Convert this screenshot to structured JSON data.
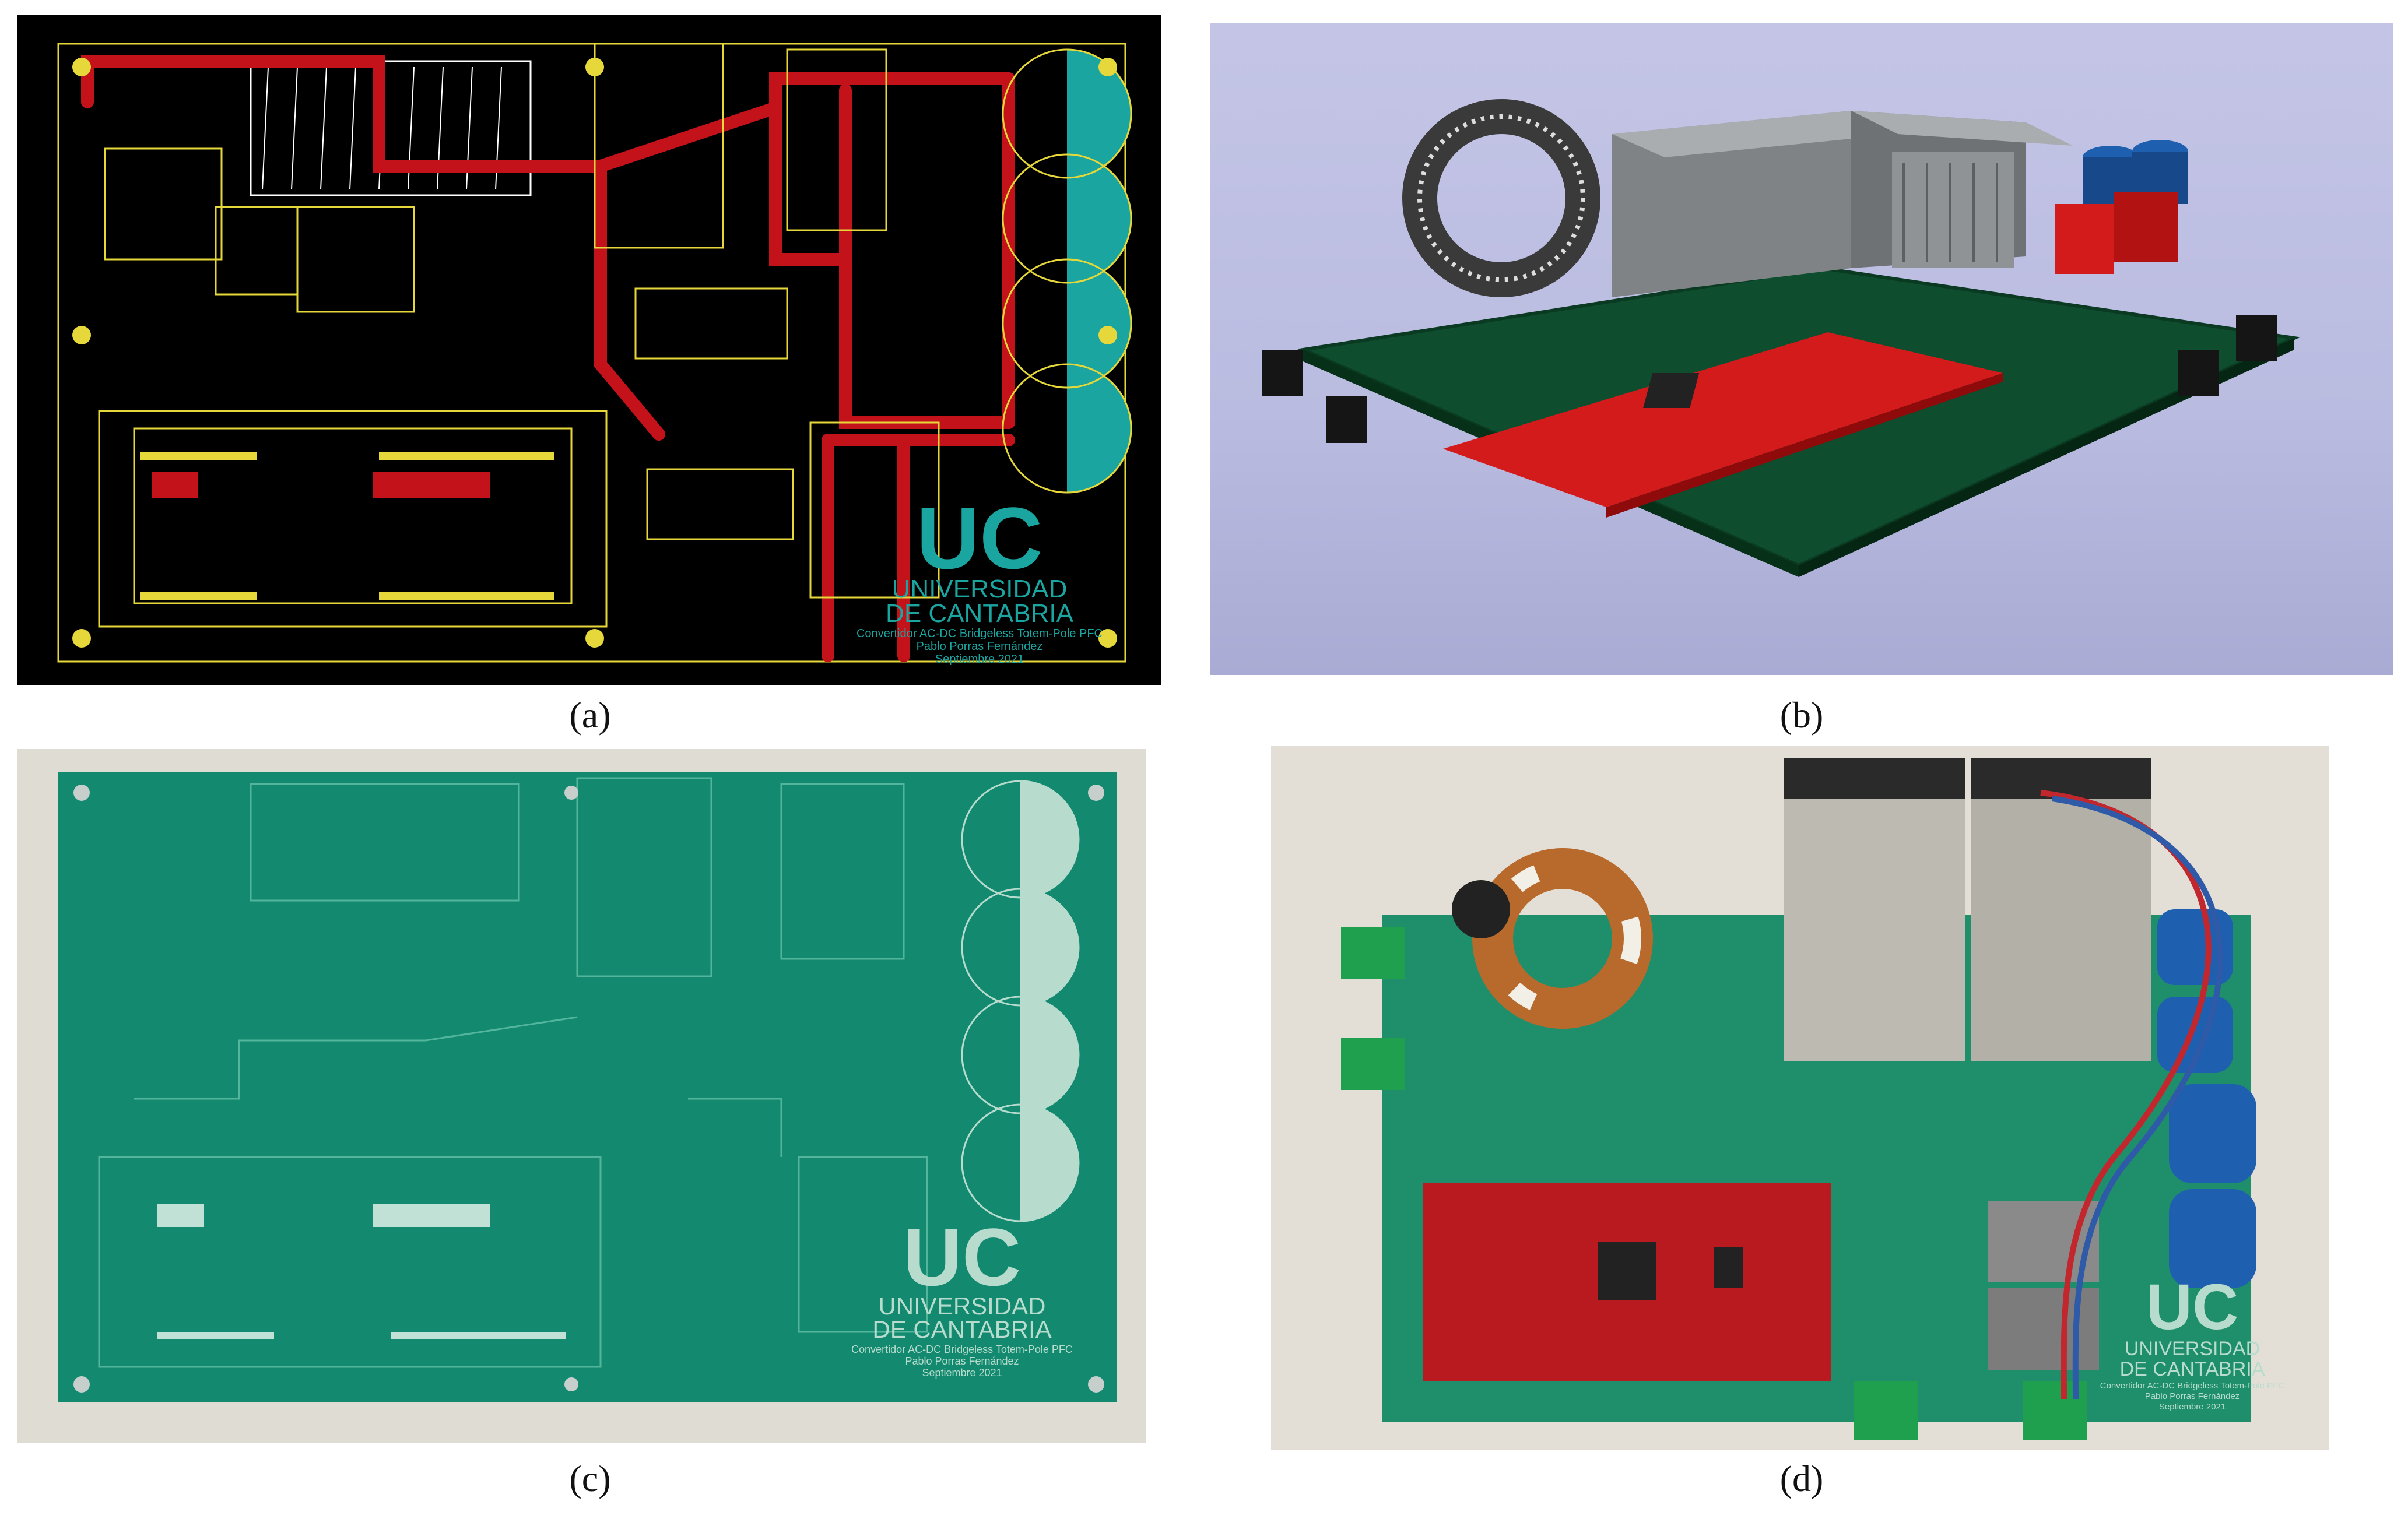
{
  "panels": [
    {
      "id": "a",
      "caption": "(a)",
      "letter": "a",
      "description_type": "pcb-layout"
    },
    {
      "id": "b",
      "caption": "(b)",
      "letter": "b",
      "description_type": "3d-render"
    },
    {
      "id": "c",
      "caption": "(c)",
      "letter": "c",
      "description_type": "bare-pcb-photo"
    },
    {
      "id": "d",
      "caption": "(d)",
      "letter": "d",
      "description_type": "assembled-pcb-photo"
    }
  ],
  "board": {
    "logo": "UC",
    "university_line1": "UNIVERSIDAD",
    "university_line2": "DE CANTABRIA",
    "project_line": "Convertidor AC-DC Bridgeless Totem-Pole PFC",
    "author_line": "Pablo Porras Fernández",
    "date_line": "Septiembre 2021"
  },
  "colors": {
    "layout_bg": "#000000",
    "copper_trace": "#c4121b",
    "silk_yellow": "#e6d83a",
    "pad_teal": "#1aa5a0",
    "render_bg": "#bcbde0",
    "pcb_green": "#138a70",
    "solder_mask_red": "#d41b1b",
    "heatsink_gray": "#8f9396",
    "capacitor_blue": "#1f5fb0"
  }
}
